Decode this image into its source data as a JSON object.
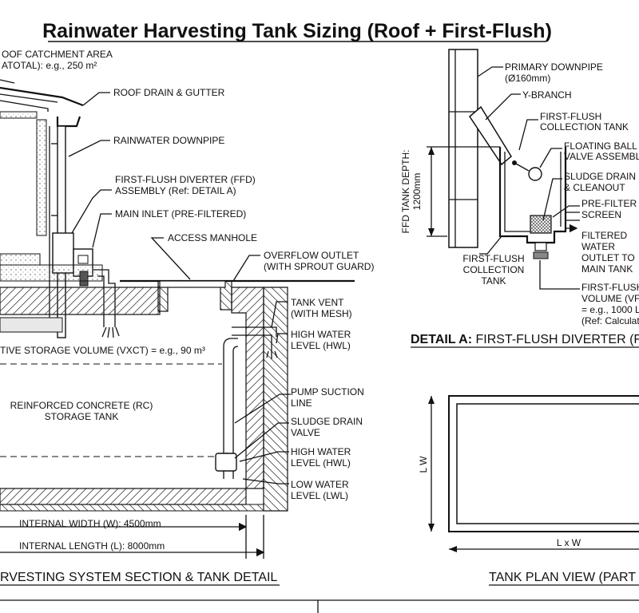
{
  "title": "Rainwater Harvesting Tank Sizing (Roof + First-Flush)",
  "section": {
    "roof_catchment_line1": "OOF CATCHMENT AREA",
    "roof_catchment_line2": "ATOTAL): e.g., 250 m²",
    "roof_drain": "ROOF DRAIN & GUTTER",
    "downpipe": "RAINWATER DOWNPIPE",
    "ffd_line1": "FIRST-FLUSH DIVERTER (FFD)",
    "ffd_line2": "ASSEMBLY (Ref: DETAIL A)",
    "main_inlet": "MAIN INLET (PRE-FILTERED)",
    "access_manhole": "ACCESS MANHOLE",
    "overflow_line1": "OVERFLOW OUTLET",
    "overflow_line2": "(WITH SPROUT GUARD)",
    "vent_line1": "TANK VENT",
    "vent_line2": "(WITH MESH)",
    "hwl1_line1": "HIGH WATER",
    "hwl1_line2": "LEVEL (HWL)",
    "storage_volume": "TIVE STORAGE VOLUME (VXCT) = e.g., 90 m³",
    "tank_line1": "REINFORCED CONCRETE (RC)",
    "tank_line2": "STORAGE TANK",
    "pump_line1": "PUMP SUCTION",
    "pump_line2": "LINE",
    "sludge_line1": "SLUDGE DRAIN",
    "sludge_line2": "VALVE",
    "hwl2_line1": "HIGH WATER",
    "hwl2_line2": "LEVEL (HWL)",
    "lwl_line1": "LOW WATER",
    "lwl_line2": "LEVEL (LWL)",
    "width_dim": "INTERNAL WIDTH (W): 4500mm",
    "length_dim": "INTERNAL LENGTH (L): 8000mm",
    "caption": "RVESTING SYSTEM SECTION & TANK DETAIL"
  },
  "detail": {
    "primary_line1": "PRIMARY DOWNPIPE",
    "primary_line2": "(Ø160mm)",
    "ybranch": "Y-BRANCH",
    "ffct_line1": "FIRST-FLUSH",
    "ffct_line2": "COLLECTION TANK",
    "float_line1": "FLOATING BALL",
    "float_line2": "VALVE ASSEMBL",
    "sludge_line1": "SLUDGE DRAIN",
    "sludge_line2": "& CLEANOUT",
    "prefilter_line1": "PRE-FILTER",
    "prefilter_line2": "SCREEN",
    "filtered_line1": "FILTERED",
    "filtered_line2": "WATER",
    "filtered_line3": "OUTLET TO",
    "filtered_line4": "MAIN TANK",
    "depth_line1": "FFD TANK DEPTH:",
    "depth_line2": "1200mm",
    "coll_line1": "FIRST-FLUSH",
    "coll_line2": "COLLECTION",
    "coll_line3": "TANK",
    "vol_line1": "FIRST-FLUSH",
    "vol_line2": "VOLUME (VFF",
    "vol_line3": "= e.g., 1000 L",
    "vol_line4": "(Ref: Calculati",
    "caption_bold": "DETAIL A:",
    "caption_rest": " FIRST-FLUSH DIVERTER (F"
  },
  "plan": {
    "side_label": "L W",
    "bottom_label": "L x W",
    "caption": "TANK PLAN VIEW (PART"
  },
  "colors": {
    "ink": "#111111",
    "paper": "#ffffff",
    "concrete": "#d9d9d9"
  }
}
